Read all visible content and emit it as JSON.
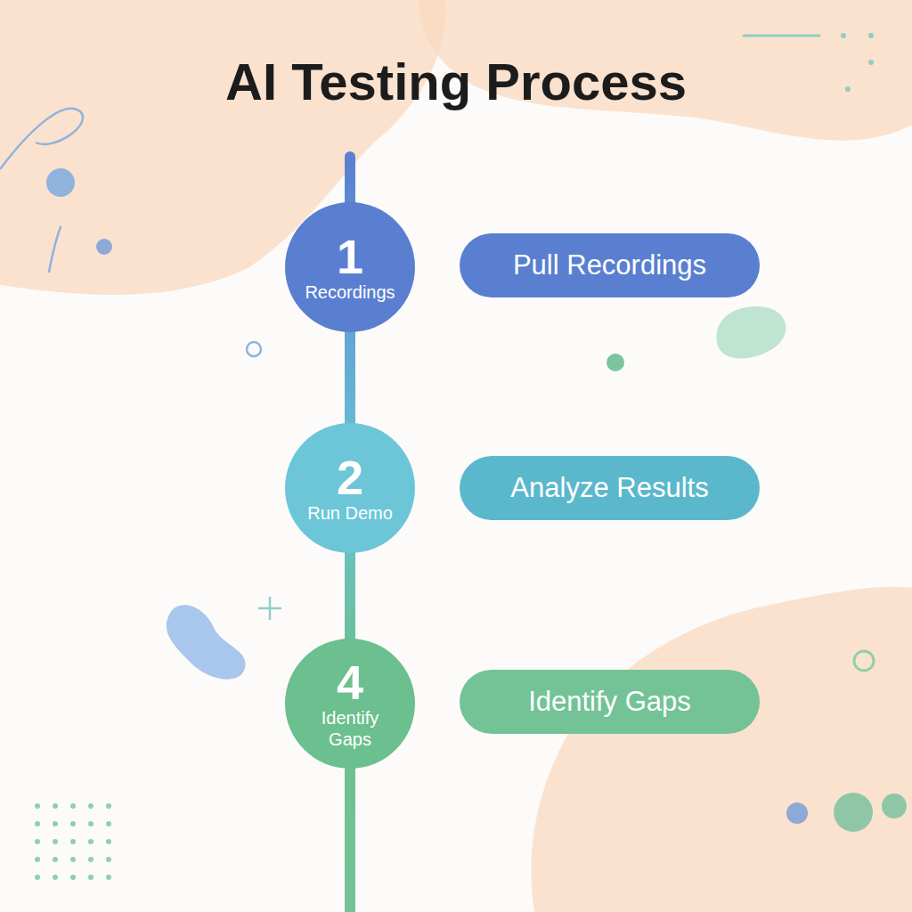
{
  "diagram": {
    "title": "AI Testing Process",
    "nodes": [
      {
        "text": [
          "1",
          "Recordings"
        ]
      },
      {
        "text": [
          "Pull Recordings"
        ]
      },
      {
        "text": [
          "2",
          "Run Demo"
        ]
      },
      {
        "text": [
          "Analyze Results"
        ]
      },
      {
        "text": [
          "4",
          "Identify Gaps"
        ]
      },
      {
        "text": [
          "Identify Gaps"
        ]
      }
    ],
    "edges": [
      {
        "from": 0,
        "to": 2,
        "arrow": "none"
      },
      {
        "from": 2,
        "to": 4,
        "arrow": "none"
      }
    ]
  }
}
